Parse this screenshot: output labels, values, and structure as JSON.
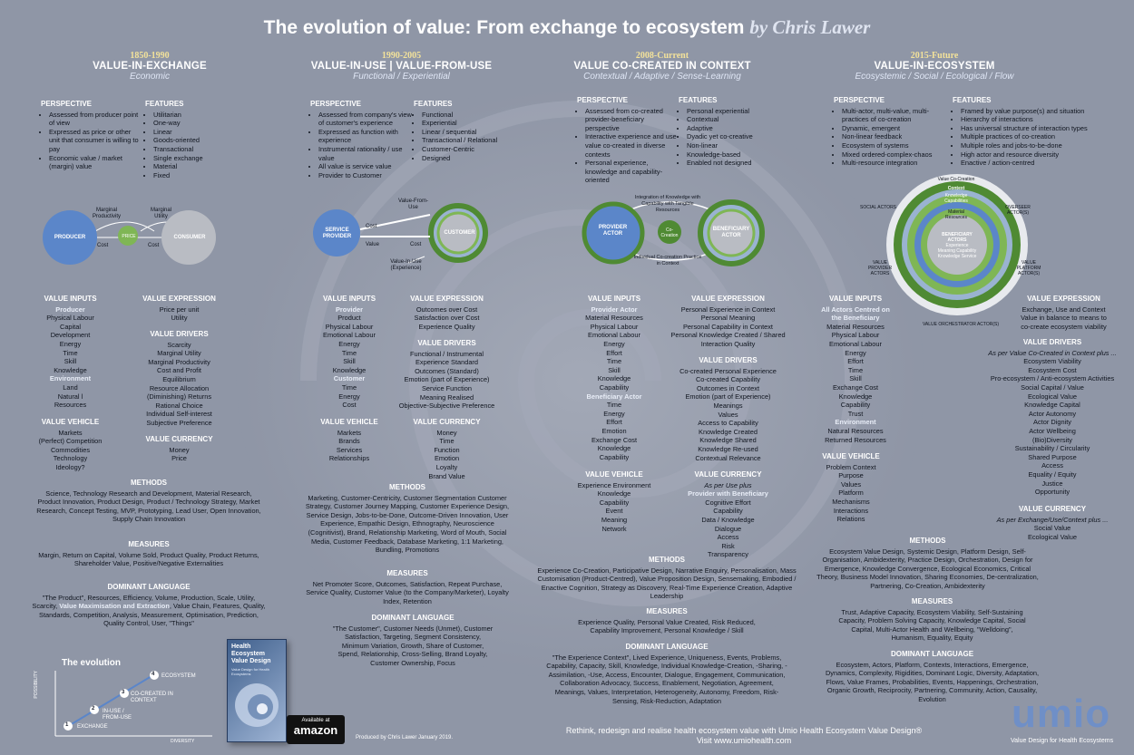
{
  "title": {
    "main": "The evolution of value: From exchange to ecosystem",
    "by": "by Chris Lawer"
  },
  "eras": [
    {
      "years": "1850-1990",
      "name": "VALUE-IN-EXCHANGE",
      "sub": "Economic"
    },
    {
      "years": "1990-2005",
      "name": "VALUE-IN-USE | VALUE-FROM-USE",
      "sub": "Functional / Experiential"
    },
    {
      "years": "2008-Current",
      "name": "VALUE CO-CREATED IN CONTEXT",
      "sub": "Contextual / Adaptive / Sense-Learning"
    },
    {
      "years": "2015-Future",
      "name": "VALUE-IN-ECOSYSTEM",
      "sub": "Ecosystemic / Social / Ecological / Flow"
    }
  ],
  "labels": {
    "perspective": "PERSPECTIVE",
    "features": "FEATURES",
    "value_inputs": "VALUE INPUTS",
    "value_expression": "VALUE EXPRESSION",
    "value_drivers": "VALUE DRIVERS",
    "value_vehicle": "VALUE VEHICLE",
    "value_currency": "VALUE CURRENCY",
    "methods": "METHODS",
    "measures": "MEASURES",
    "dominant_language": "DOMINANT LANGUAGE"
  },
  "col1": {
    "perspective": [
      "Assessed from producer point of view",
      "Expressed as price or other unit that consumer is willing to pay",
      "Economic value / market (margin) value"
    ],
    "features": [
      "Utilitarian",
      "One-way",
      "Linear",
      "Goods-oriented",
      "Transactional",
      "Single exchange",
      "Material",
      "Fixed"
    ],
    "diagram": {
      "producer": "PRODUCER",
      "price": "PRICE",
      "consumer": "CONSUMER",
      "marginal_productivity": "Marginal Productivity",
      "marginal_utility": "Marginal Utility",
      "cost_left": "Cost",
      "cost_right": "Cost"
    },
    "inputs_h1": "Producer",
    "inputs_a": [
      "Physical Labour",
      "Capital",
      "Development",
      "Energy",
      "Time",
      "Skill",
      "Knowledge"
    ],
    "inputs_h2": "Environment",
    "inputs_b": [
      "Land",
      "Natural l",
      "Resources"
    ],
    "expression": [
      "Price per unit",
      "Utility"
    ],
    "drivers": [
      "Scarcity",
      "Marginal Utility",
      "Marginal Productivity",
      "Cost and Profit",
      "Equilibrium",
      "Resource Allocation",
      "(Diminishing) Returns",
      "Rational Choice",
      "Individual Self-interest",
      "Subjective Preference"
    ],
    "vehicle": [
      "Markets",
      "(Perfect) Competition",
      "Commodities",
      "Technology",
      "Ideology?"
    ],
    "currency": [
      "Money",
      "Price"
    ],
    "methods": "Science, Technology Research and Development, Material Research, Product Innovation, Product Design, Product / Technology Strategy, Market Research, Concept Testing, MVP, Prototyping, Lead User, Open Innovation, Supply Chain Innovation",
    "measures": "Margin, Return on Capital, Volume Sold, Product Quality, Product Returns, Shareholder Value, Positive/Negative Externalities",
    "language_a": "\"The Product\", Resources, Efficiency, Volume, Production, Scale, Utility, Scarcity, ",
    "language_hl": "Value Maximisation and Extraction",
    "language_b": ", Value Chain, Features, Quality, Standards, Competition, Analysis, Measurement, Optimisation, Prediction, Quality Control, User, \"Things\""
  },
  "col2": {
    "perspective": [
      "Assessed from company's view of customer's experience",
      "Expressed as function with experience",
      "Instrumental rationality / use value",
      "All value is service value",
      "Provider to Customer"
    ],
    "features": [
      "Functional",
      "Experiential",
      "Linear / sequential",
      "Transactional / Relational",
      "Customer-Centric",
      "Designed"
    ],
    "diagram": {
      "service_provider": "SERVICE PROVIDER",
      "customer": "CUSTOMER",
      "value_from_use": "Value-From-Use",
      "cost_top": "Cost",
      "value": "Value",
      "cost_bottom": "Cost",
      "value_in_use": "Value-In-Use (Experience)"
    },
    "inputs_h1": "Provider",
    "inputs_a": [
      "Product",
      "Physical Labour",
      "Emotional Labour",
      "Energy",
      "Time",
      "Skill",
      "Knowledge"
    ],
    "inputs_h2": "Customer",
    "inputs_b": [
      "Time",
      "Energy",
      "Cost"
    ],
    "expression": [
      "Outcomes over Cost",
      "Satisfaction over Cost",
      "Experience Quality"
    ],
    "drivers": [
      "Functional / Instrumental",
      "Experience Standard",
      "Outcomes (Standard)",
      "Emotion (part of Experience)",
      "Service Function",
      "Meaning Realised",
      "Objective-Subjective Preference"
    ],
    "vehicle": [
      "Markets",
      "Brands",
      "Services",
      "Relationships"
    ],
    "currency": [
      "Money",
      "Time",
      "Function",
      "Emotion",
      "Loyalty",
      "Brand Value"
    ],
    "methods": "Marketing, Customer-Centricity, Customer Segmentation Customer Strategy, Customer Journey Mapping, Customer Experience Design, Service Design, Jobs-to-be-Done, Outcome-Driven Innovation, User Experience, Empathic Design, Ethnography, Neuroscience (Cognitivist), Brand, Relationship Marketing, Word of Mouth, Social Media, Customer Feedback, Database Marketing, 1:1 Marketing, Bundling, Promotions",
    "measures": "Net Promoter Score, Outcomes, Satisfaction, Repeat Purchase, Service Quality, Customer Value (to the Company/Marketer), Loyalty Index, Retention",
    "language": "\"The Customer\", Customer Needs (Unmet), Customer Satisfaction, Targeting, Segment Consistency, Minimum Variation, Growth, Share of Customer, Spend, Relationship, Cross-Selling, Brand Loyalty, Customer Ownership, Focus"
  },
  "col3": {
    "perspective": [
      "Assessed from co-created provider-beneficiary perspective",
      "Interactive experience and use value co-created in diverse contexts",
      "Personal experience, knowledge and capability-oriented"
    ],
    "features": [
      "Personal experiential",
      "Contextual",
      "Adaptive",
      "Dyadic yet co-creative",
      "Non-linear",
      "Knowledge-based",
      "Enabled not designed"
    ],
    "diagram": {
      "provider_actor": "PROVIDER ACTOR",
      "beneficiary_actor": "BENEFICIARY ACTOR",
      "co_creation": "Co-Creation",
      "integration": "Integration of Knowledge with Capability with Tangible Resources",
      "individual": "Individual Co-creation Practice in Context"
    },
    "inputs_h1": "Provider Actor",
    "inputs_a": [
      "Material Resources",
      "Physical Labour",
      "Emotional Labour",
      "Energy",
      "Effort",
      "Time",
      "Skill",
      "Knowledge",
      "Capability"
    ],
    "inputs_h2": "Beneficiary Actor",
    "inputs_b": [
      "Time",
      "Energy",
      "Effort",
      "Emotion",
      "Exchange Cost",
      "Knowledge",
      "Capability"
    ],
    "expression": [
      "Personal Experience in Context",
      "Personal Meaning",
      "Personal Capability in Context",
      "Personal Knowledge Created / Shared",
      "Interaction Quality"
    ],
    "drivers": [
      "Co-created Personal Experience",
      "Co-created Capability",
      "Outcomes in Context",
      "Emotion (part of Experience)",
      "Meanings",
      "Values",
      "Access to Capability",
      "Knowledge Created",
      "Knowledge Shared",
      "Knowledge Re-used",
      "Contextual Relevance"
    ],
    "vehicle": [
      "Experience Environment",
      "Knowledge",
      "Capability",
      "Event",
      "Meaning",
      "Network"
    ],
    "currency_a": "As per Use plus",
    "currency_hl": "Provider with Beneficiary",
    "currency": [
      "Cognitive Effort",
      "Capability",
      "Data / Knowledge",
      "Dialogue",
      "Access",
      "Risk",
      "Transparency"
    ],
    "methods": "Experience Co-Creation, Participative Design, Narrative Enquiry, Personalisation, Mass Customisation (Product-Centred), Value Proposition Design, Sensemaking, Embodied / Enactive Cognition, Strategy as Discovery, Real-Time Experience Creation, Adaptive Leadership",
    "measures": "Experience Quality, Personal Value Created, Risk Reduced, Capability Improvement, Personal Knowledge / Skill",
    "language": "\"The Experience Context\", Lived Experience, Uniqueness, Events, Problems, Capability, Capacity, Skill, Knowledge, Individual Knowledge-Creation, -Sharing, -Assimilation, -Use, Access, Encounter, Dialogue, Engagement, Communication, Collaboration Advocacy, Success, Enablement, Negotiation, Agreement, Meanings, Values, Interpretation, Heterogeneity, Autonomy, Freedom, Risk-Sensing, Risk-Reduction, Adaptation"
  },
  "col4": {
    "perspective": [
      "Multi-actor, multi-value, multi-practices of co-creation",
      "Dynamic, emergent",
      "Non-linear feedback",
      "Ecosystem of systems",
      "Mixed ordered-complex-chaos",
      "Multi-resource integration"
    ],
    "features": [
      "Framed by value purpose(s) and situation",
      "Hierarchy of interactions",
      "Has universal structure of interaction types",
      "Multiple practices of co-creation",
      "Multiple roles and jobs-to-be-done",
      "High actor and resource diversity",
      "Enactive / action-centred"
    ],
    "diagram": {
      "value_co_creation": "Value Co-Creation",
      "context": "Context",
      "knowledge": "Knowledge",
      "capabilities": "Capabilities",
      "material": "Material",
      "resources": "Resources",
      "beneficiary": "BENEFICIARY ACTORS",
      "inner": "Experience Meaning Capability Knowledge Service",
      "social_actors": "SOCIAL ACTORS",
      "overseer": "OVERSEER ACTOR(S)",
      "value_provider": "VALUE PROVIDER ACTORS",
      "value_platform": "VALUE PLATFORM ACTOR(S)",
      "orchestrator": "VALUE ORCHESTRATOR ACTOR(S)"
    },
    "inputs_h1": "All Actors Centred on the Beneficiary",
    "inputs_a": [
      "Material Resources",
      "Physical Labour",
      "Emotional Labour",
      "Energy",
      "Effort",
      "Time",
      "Skill",
      "Exchange Cost",
      "Knowledge",
      "Capability",
      "Trust"
    ],
    "inputs_h2": "Environment",
    "inputs_b": [
      "Natural Resources",
      "Returned Resources"
    ],
    "expression": [
      "Exchange, Use and Context",
      "Value in balance to means to",
      "co-create ecosystem viability"
    ],
    "drivers_a": "As per Value Co-Created in Context plus ...",
    "drivers": [
      "Ecosystem Viability",
      "Ecosystem Cost",
      "Pro-ecosystem / Anti-ecosystem Activities",
      "Social Capital / Value",
      "Ecological Value",
      "Knowledge Capital",
      "Actor Autonomy",
      "Actor Dignity",
      "Actor Wellbeing",
      "(Bio)Diversity",
      "Sustainability / Circularity",
      "Shared Purpose",
      "Access",
      "Equality / Equity",
      "Justice",
      "Opportunity"
    ],
    "vehicle": [
      "Problem Context",
      "Purpose",
      "Values",
      "Platform",
      "Mechanisms",
      "Interactions",
      "Relations"
    ],
    "currency_a": "As per Exchange/Use/Context plus ...",
    "currency": [
      "Social Value",
      "Ecological Value"
    ],
    "methods": "Ecosystem Value Design, Systemic Design, Platform Design, Self-Organisation, Ambidexterity, Practice Design, Orchestration, Design for Emergence, Knowledge Convergence, Ecological Economics, Critical Theory, Business Model Innovation, Sharing Economies, De-centralization, Partnering, Co-Creation, Ambidexterity",
    "measures": "Trust, Adaptive Capacity, Ecosystem Viability, Self-Sustaining Capacity, Problem Solving Capacity, Knowledge Capital, Social Capital, Multi-Actor Health and Wellbeing, \"Welldoing\", Humanism, Equality, Equity",
    "language": "Ecosystem, Actors, Platform, Contexts, Interactions, Emergence, Dynamics, Complexity, Rigidities, Dominant Logic, Diversity, Adaptation, Flows, Value Frames, Probabilities, Events, Happenings, Orchestration, Organic Growth, Reciprocity, Partnering, Community, Action, Causality, Evolution"
  },
  "evolution": {
    "title": "The evolution",
    "ylabel": "POSSIBILITY",
    "xlabel": "DIVERSITY",
    "steps": [
      {
        "n": "1",
        "label": "EXCHANGE"
      },
      {
        "n": "2",
        "label": "IN-USE / FROM-USE"
      },
      {
        "n": "3",
        "label": "CO-CREATED IN CONTEXT"
      },
      {
        "n": "4",
        "label": "ECOSYSTEM"
      }
    ]
  },
  "book": {
    "title": "Health Ecosystem Value Design",
    "subtitle": "Value Design for Health Ecosystems"
  },
  "amazon": {
    "available": "Available at",
    "brand": "amazon"
  },
  "produced": "Produced by Chris Lawer January 2019.",
  "footer": {
    "line1": "Rethink, redesign and realise health ecosystem value with Umio Health Ecosystem Value Design®",
    "line2": "Visit www.umiohealth.com"
  },
  "umio": {
    "logo": "umio",
    "tagline": "Value Design for Health Ecosystems"
  },
  "colors": {
    "background": "#8f96a6",
    "blue": "#5b86c9",
    "green": "#5c8f3e",
    "grey": "#b9bcc3"
  }
}
